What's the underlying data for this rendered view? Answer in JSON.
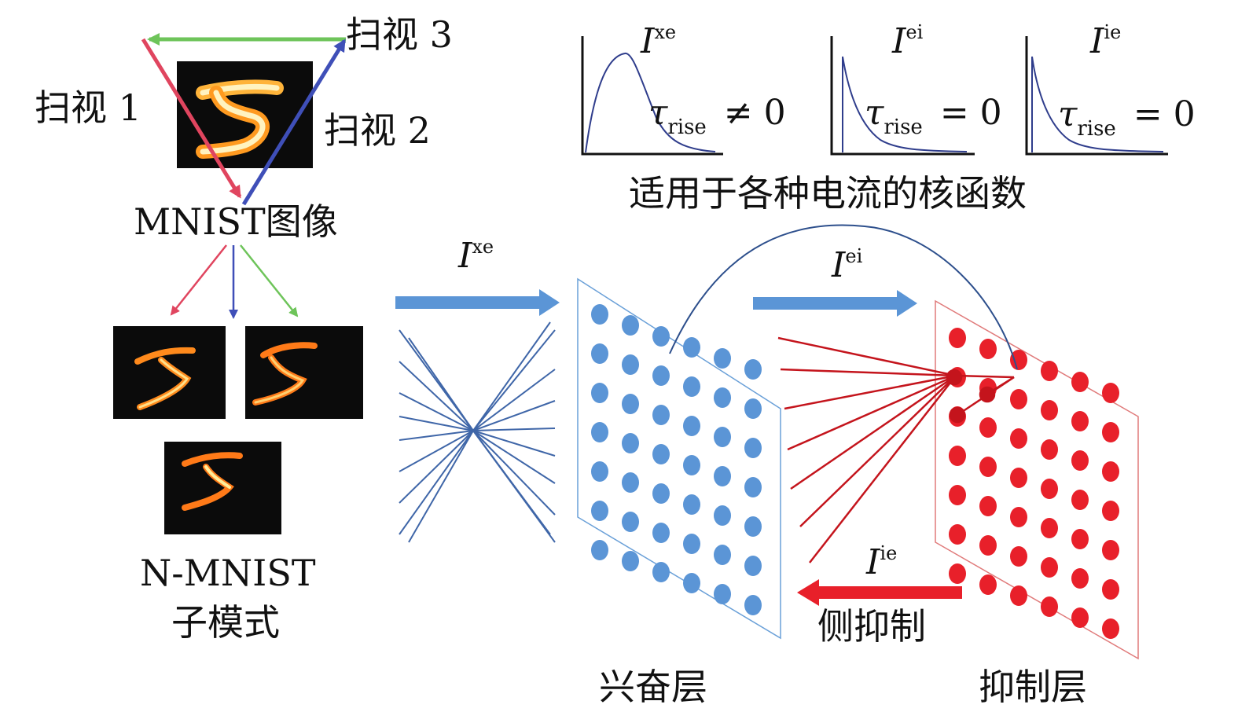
{
  "mnist": {
    "title": "MNIST图像",
    "scan1": "扫视 1",
    "scan2": "扫视 2",
    "scan3": "扫视 3"
  },
  "nmnist": {
    "line1": "N-MNIST",
    "line2": "子模式"
  },
  "kernels": {
    "caption": "适用于各种电流的核函数",
    "items": [
      {
        "I": "I",
        "sup": "xe",
        "tau": "τ",
        "sub": "rise",
        "rel": "≠ 0"
      },
      {
        "I": "I",
        "sup": "ei",
        "tau": "τ",
        "sub": "rise",
        "rel": "= 0"
      },
      {
        "I": "I",
        "sup": "ie",
        "tau": "τ",
        "sub": "rise",
        "rel": "= 0"
      }
    ]
  },
  "network": {
    "input_current": {
      "I": "I",
      "sup": "xe"
    },
    "ei_current": {
      "I": "I",
      "sup": "ei"
    },
    "ie_current": {
      "I": "I",
      "sup": "ie"
    },
    "lateral_label": "侧抑制",
    "excitatory_label": "兴奋层",
    "inhibitory_label": "抑制层"
  },
  "colors": {
    "scan1": "#e0455f",
    "scan2": "#3f4fb8",
    "scan3": "#6ec45a",
    "excitatory": "#5b95d6",
    "inhibitory": "#e8202a",
    "arrow_blue": "#5b95d6",
    "arrow_red": "#e8202a",
    "kernel_curve": "#2f3d8c"
  }
}
